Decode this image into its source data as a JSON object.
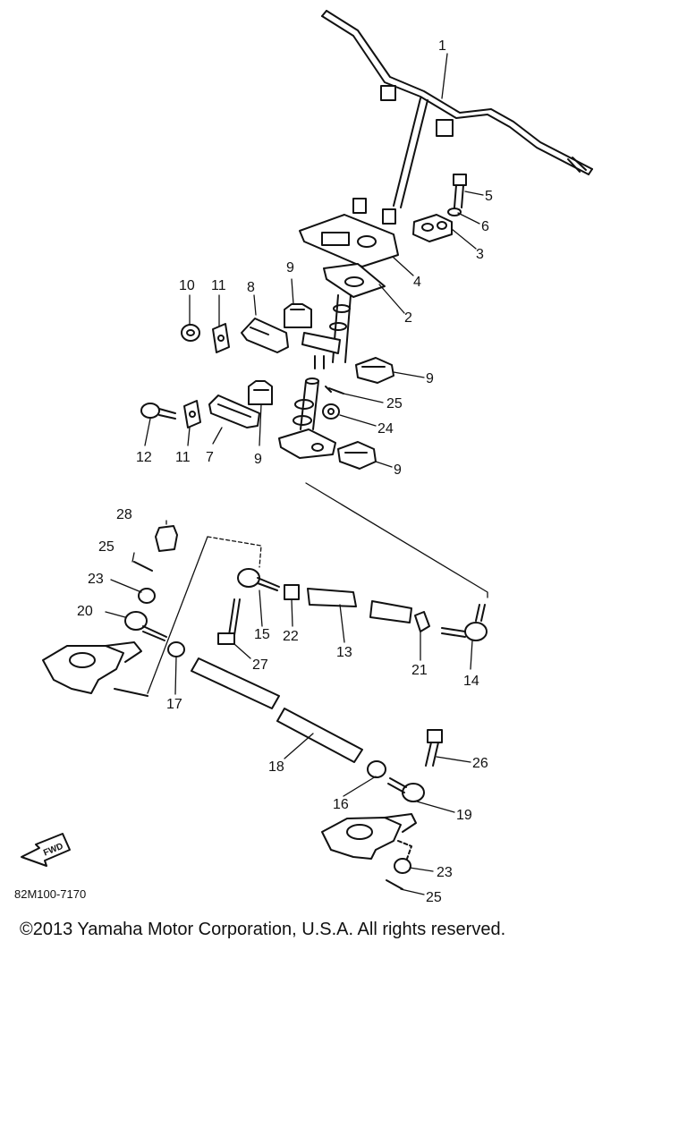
{
  "diagram": {
    "drawing_code": "82M100-7170",
    "front_arrow_label": "FWD",
    "callouts": [
      "1",
      "2",
      "3",
      "4",
      "5",
      "6",
      "7",
      "8",
      "9",
      "9",
      "9",
      "9",
      "10",
      "11",
      "11",
      "12",
      "13",
      "14",
      "15",
      "16",
      "17",
      "18",
      "19",
      "20",
      "21",
      "22",
      "23",
      "23",
      "24",
      "25",
      "25",
      "25",
      "26",
      "27",
      "28"
    ]
  },
  "footer": {
    "copyright": "©2013 Yamaha Motor Corporation, U.S.A. All rights reserved."
  }
}
